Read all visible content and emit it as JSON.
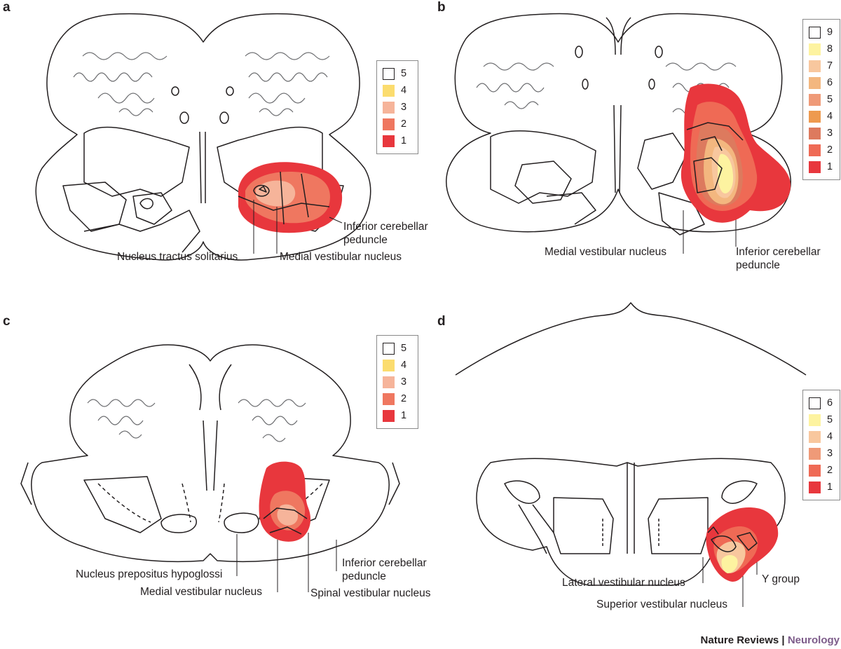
{
  "panels": {
    "a": {
      "letter": "a",
      "labels": {
        "icp": "Inferior cerebellar\npeduncle",
        "nts": "Nucleus tractus solitarius",
        "mvn": "Medial vestibular nucleus"
      },
      "legend": [
        {
          "value": "5",
          "color": "#ffffff"
        },
        {
          "value": "4",
          "color": "#fbdc6e"
        },
        {
          "value": "3",
          "color": "#f6b49a"
        },
        {
          "value": "2",
          "color": "#ef7760"
        },
        {
          "value": "1",
          "color": "#e8373d"
        }
      ]
    },
    "b": {
      "letter": "b",
      "labels": {
        "mvn": "Medial vestibular nucleus",
        "icp": "Inferior cerebellar\npeduncle"
      },
      "legend": [
        {
          "value": "9",
          "color": "#ffffff"
        },
        {
          "value": "8",
          "color": "#fdf3a0"
        },
        {
          "value": "7",
          "color": "#f8c79e"
        },
        {
          "value": "6",
          "color": "#f3b77f"
        },
        {
          "value": "5",
          "color": "#ef9a78"
        },
        {
          "value": "4",
          "color": "#ee9a4f"
        },
        {
          "value": "3",
          "color": "#dd7a5e"
        },
        {
          "value": "2",
          "color": "#ef6a55"
        },
        {
          "value": "1",
          "color": "#e8373d"
        }
      ]
    },
    "c": {
      "letter": "c",
      "labels": {
        "nph": "Nucleus prepositus hypoglossi",
        "mvn": "Medial vestibular nucleus",
        "icp": "Inferior cerebellar\npeduncle",
        "svn": "Spinal vestibular nucleus"
      },
      "legend": [
        {
          "value": "5",
          "color": "#ffffff"
        },
        {
          "value": "4",
          "color": "#fbdc6e"
        },
        {
          "value": "3",
          "color": "#f6b49a"
        },
        {
          "value": "2",
          "color": "#ef7760"
        },
        {
          "value": "1",
          "color": "#e8373d"
        }
      ]
    },
    "d": {
      "letter": "d",
      "labels": {
        "lvn": "Lateral vestibular nucleus",
        "ygroup": "Y group",
        "supvn": "Superior vestibular nucleus"
      },
      "legend": [
        {
          "value": "6",
          "color": "#ffffff"
        },
        {
          "value": "5",
          "color": "#fdf3a0"
        },
        {
          "value": "4",
          "color": "#f8c79e"
        },
        {
          "value": "3",
          "color": "#ef9a78"
        },
        {
          "value": "2",
          "color": "#ef6a55"
        },
        {
          "value": "1",
          "color": "#e8373d"
        }
      ]
    }
  },
  "credit": {
    "journal": "Nature Reviews",
    "separator": " | ",
    "section": "Neurology"
  }
}
